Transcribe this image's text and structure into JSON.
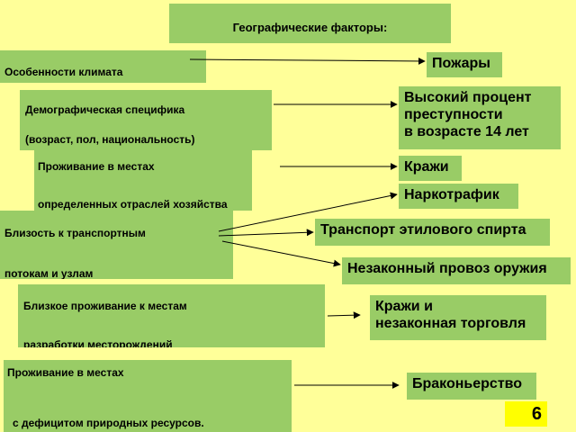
{
  "title": "Географические факторы:",
  "factors": [
    {
      "lines": [
        "Особенности климата"
      ]
    },
    {
      "lines": [
        "Демографическая специфика",
        "(возраст, пол,  национальность)"
      ]
    },
    {
      "lines": [
        "Проживание в местах",
        "определенных отраслей хозяйства"
      ]
    },
    {
      "lines": [
        "Близость к транспортным",
        "потокам и узлам"
      ]
    },
    {
      "lines": [
        "Близкое проживание к местам",
        "разработки месторождений"
      ]
    },
    {
      "lines": [
        "Проживание в местах",
        "с дефицитом природных ресурсов."
      ]
    }
  ],
  "crimes": [
    {
      "lines": [
        "Пожары"
      ]
    },
    {
      "lines": [
        "Высокий процент",
        "преступности",
        "в возрасте 14 лет"
      ]
    },
    {
      "lines": [
        "Кражи"
      ]
    },
    {
      "lines": [
        "Наркотрафик"
      ]
    },
    {
      "lines": [
        "Транспорт этилового спирта"
      ]
    },
    {
      "lines": [
        "Незаконный провоз оружия"
      ]
    },
    {
      "lines": [
        "Кражи и",
        "незаконная торговля"
      ]
    },
    {
      "lines": [
        "Браконьерство"
      ]
    }
  ],
  "page_number": "6",
  "colors": {
    "background": "#ffff99",
    "box": "#99cc66",
    "page_badge": "#ffff00",
    "arrow": "#000000"
  }
}
